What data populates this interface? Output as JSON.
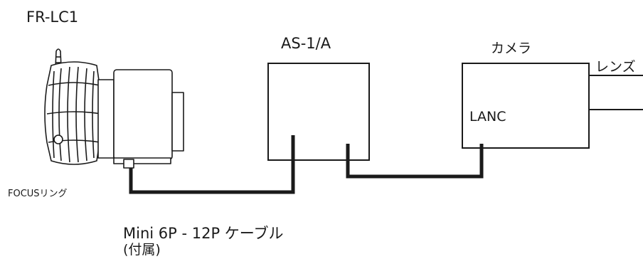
{
  "labels": {
    "controller": "FR-LC1",
    "focus_ring": "FOCUSリング",
    "interface_box": "AS-1/A",
    "camera_box": "カメラ",
    "lens": "レンズ",
    "lanc_port": "LANC",
    "cable": "Mini 6P - 12P ケーブル",
    "cable_note": "(付属)"
  },
  "colors": {
    "line": "#1a1a1a",
    "device_body": "#ffffff"
  }
}
